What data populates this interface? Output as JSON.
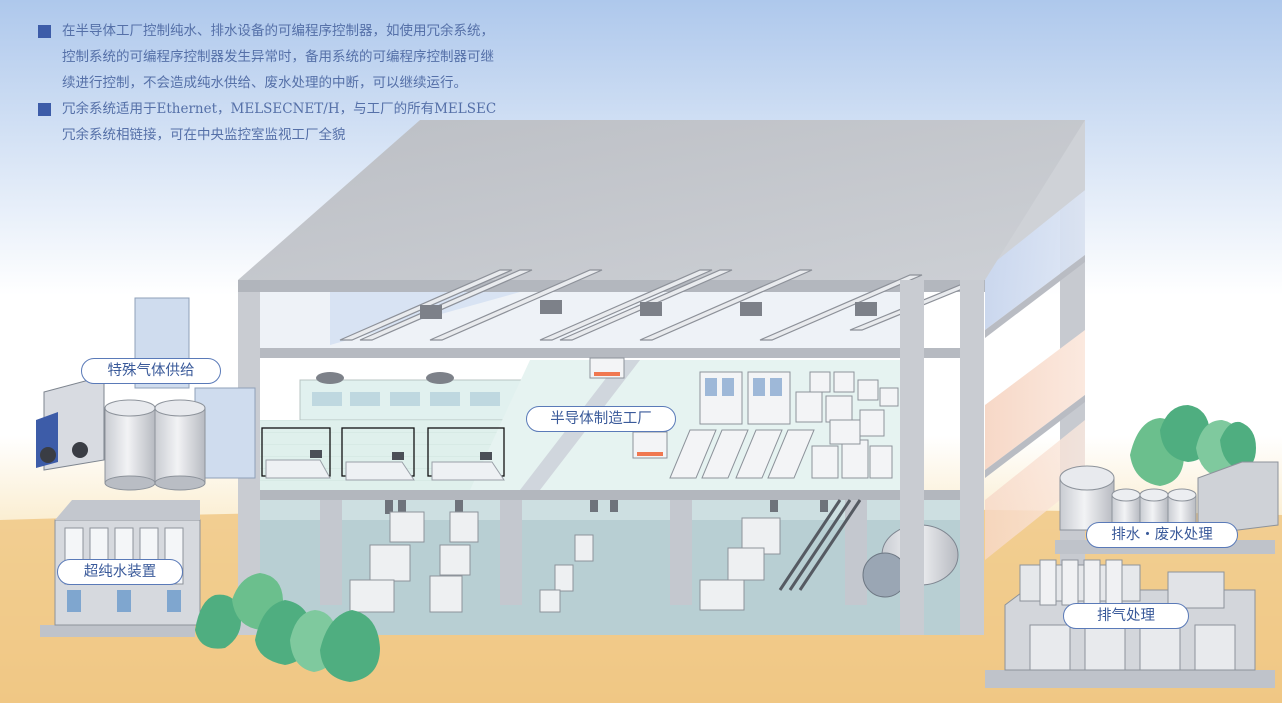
{
  "bullets": [
    {
      "lines": [
        "在半导体工厂控制纯水、排水设备的可编程序控制器，如使用冗余系统，",
        "控制系统的可编程序控制器发生异常时，备用系统的可编程序控制器可继",
        "续进行控制，不会造成纯水供给、废水处理的中断，可以继续运行。"
      ]
    },
    {
      "lines": [
        "冗余系统适用于Ethernet，MELSECNET/H，与工厂的所有MELSEC",
        "冗余系统相链接，可在中央监控室监视工厂全貌"
      ]
    }
  ],
  "labels": {
    "gas_supply": "特殊气体供给",
    "fab": "半导体制造工厂",
    "ultrapure_water": "超纯水装置",
    "wastewater": "排水・废水处理",
    "exhaust": "排气处理"
  },
  "colors": {
    "sky_top": "#aec8ec",
    "ground": "#f2cf88",
    "structure": "#c4c8cf",
    "label_border": "#5a7ab8",
    "bullet_square": "#3d5ca8",
    "bullet_text": "#5570a8",
    "tree": "#4fae80"
  }
}
